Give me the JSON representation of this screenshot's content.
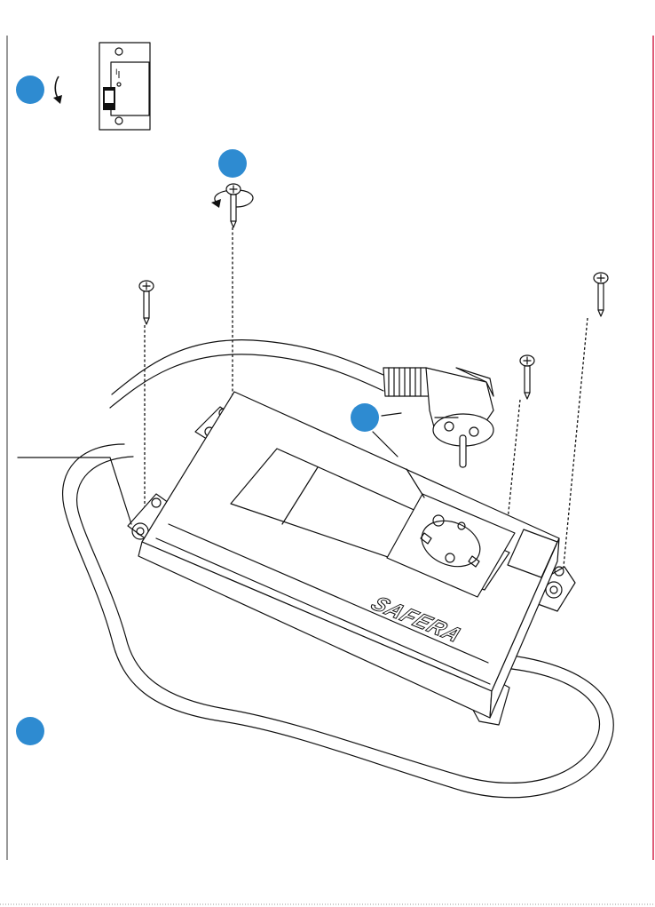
{
  "brand_label": "SAFERA",
  "switch_position_label": "I",
  "colors": {
    "step_marker": "#2e8bd1",
    "page_edge_right": "#d3264b",
    "line": "#111111"
  },
  "steps": [
    {
      "id": "step-switch-off",
      "icon": "arrow-down-curved-icon"
    },
    {
      "id": "step-unscrew",
      "icon": "screw-rotate-icon"
    },
    {
      "id": "step-plug-in",
      "icon": "power-plug-icon"
    },
    {
      "id": "step-route-cable",
      "icon": "cable-icon"
    }
  ]
}
